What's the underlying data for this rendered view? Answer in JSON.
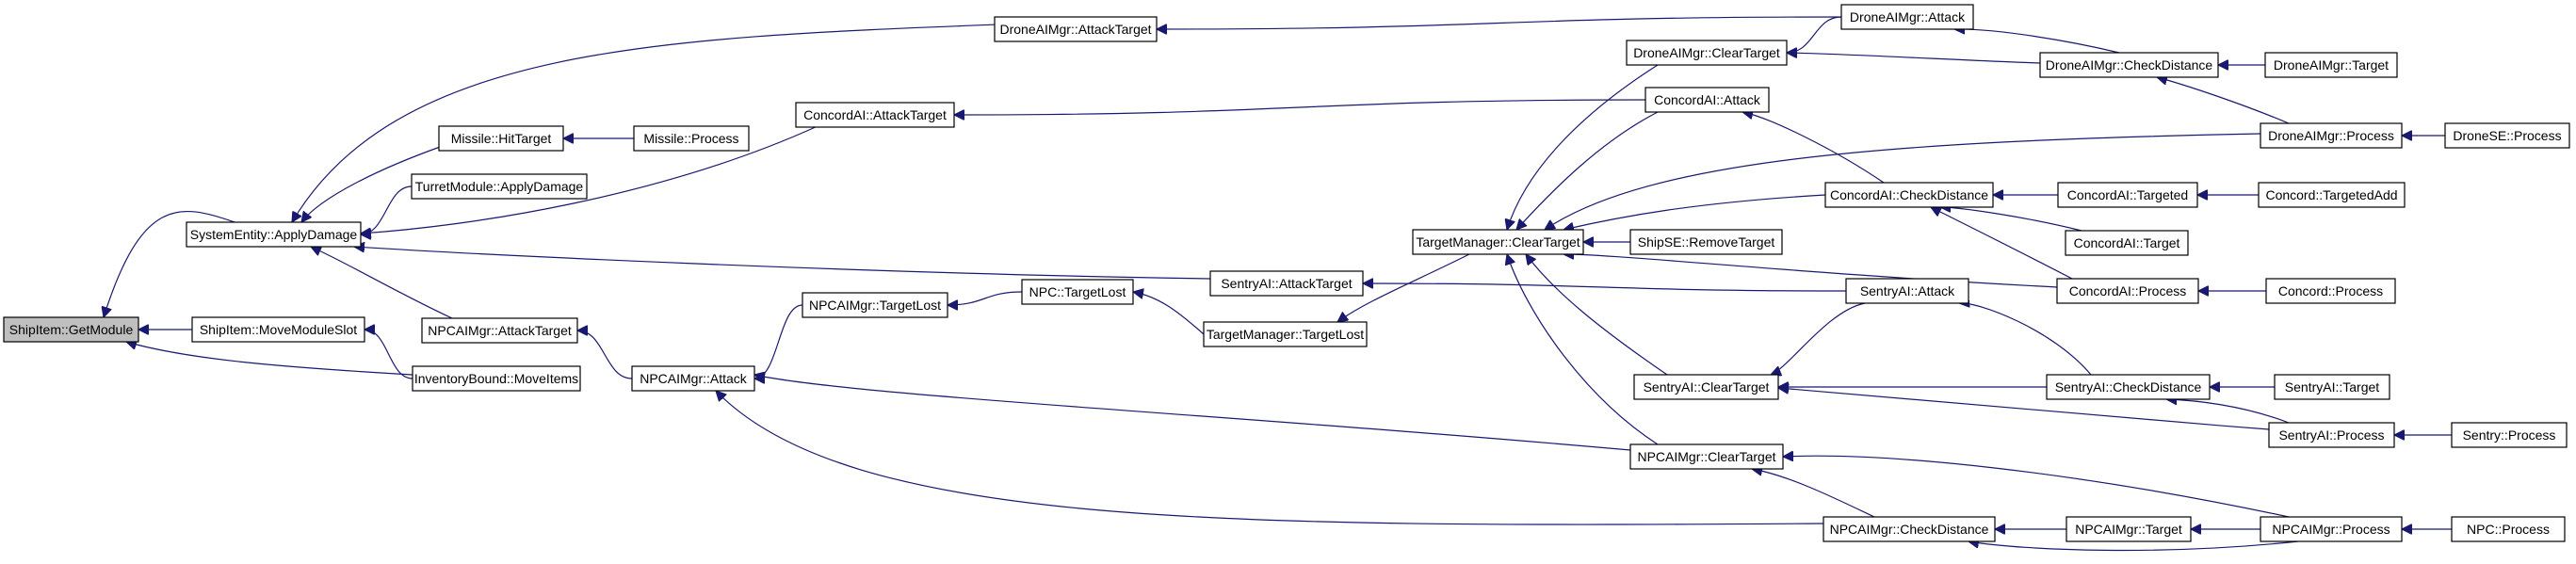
{
  "diagram": {
    "type": "call-graph",
    "colors": {
      "edge": "#191970",
      "node_border": "#000000",
      "node_fill": "#ffffff",
      "root_fill": "#bfbfbf"
    },
    "nodes": [
      {
        "id": "getmodule",
        "label": "ShipItem::GetModule",
        "root": true
      },
      {
        "id": "applydamage",
        "label": "SystemEntity::ApplyDamage"
      },
      {
        "id": "movemoduleslot",
        "label": "ShipItem::MoveModuleSlot"
      },
      {
        "id": "inventorymoveitems",
        "label": "InventoryBound::MoveItems"
      },
      {
        "id": "dronemgrattacktarget",
        "label": "DroneAIMgr::AttackTarget"
      },
      {
        "id": "missilehittarget",
        "label": "Missile::HitTarget"
      },
      {
        "id": "turretapplydamage",
        "label": "TurretModule::ApplyDamage"
      },
      {
        "id": "concordattacktarget",
        "label": "ConcordAI::AttackTarget"
      },
      {
        "id": "sentryattacktarget",
        "label": "SentryAI::AttackTarget"
      },
      {
        "id": "npcmgrattacktarget",
        "label": "NPCAIMgr::AttackTarget"
      },
      {
        "id": "missileprocess",
        "label": "Missile::Process"
      },
      {
        "id": "npcmgrattack",
        "label": "NPCAIMgr::Attack"
      },
      {
        "id": "npcmgrtargetlost",
        "label": "NPCAIMgr::TargetLost"
      },
      {
        "id": "npctargetlost",
        "label": "NPC::TargetLost"
      },
      {
        "id": "tmtargetlost",
        "label": "TargetManager::TargetLost"
      },
      {
        "id": "tmcleartarget",
        "label": "TargetManager::ClearTarget"
      },
      {
        "id": "shipseremovetarget",
        "label": "ShipSE::RemoveTarget"
      },
      {
        "id": "dronemgrcleartarget",
        "label": "DroneAIMgr::ClearTarget"
      },
      {
        "id": "concordattack",
        "label": "ConcordAI::Attack"
      },
      {
        "id": "sentrycleartarget",
        "label": "SentryAI::ClearTarget"
      },
      {
        "id": "npcmgrcleartarget",
        "label": "NPCAIMgr::ClearTarget"
      },
      {
        "id": "dronemgrattack",
        "label": "DroneAIMgr::Attack"
      },
      {
        "id": "dronemgrcheckdistance",
        "label": "DroneAIMgr::CheckDistance"
      },
      {
        "id": "concordcheckdistance",
        "label": "ConcordAI::CheckDistance"
      },
      {
        "id": "sentryattack",
        "label": "SentryAI::Attack"
      },
      {
        "id": "sentrycheckdistance",
        "label": "SentryAI::CheckDistance"
      },
      {
        "id": "npcmgrcheckdistance",
        "label": "NPCAIMgr::CheckDistance"
      },
      {
        "id": "dronemgrtarget",
        "label": "DroneAIMgr::Target"
      },
      {
        "id": "dronemgrprocess",
        "label": "DroneAIMgr::Process"
      },
      {
        "id": "concordtargeted",
        "label": "ConcordAI::Targeted"
      },
      {
        "id": "concordtarget",
        "label": "ConcordAI::Target"
      },
      {
        "id": "concordprocess",
        "label": "ConcordAI::Process"
      },
      {
        "id": "sentrytarget",
        "label": "SentryAI::Target"
      },
      {
        "id": "sentryprocess",
        "label": "SentryAI::Process"
      },
      {
        "id": "npcmgrtarget",
        "label": "NPCAIMgr::Target"
      },
      {
        "id": "npcmgrprocess",
        "label": "NPCAIMgr::Process"
      },
      {
        "id": "dronesprocess",
        "label": "DroneSE::Process"
      },
      {
        "id": "concordtargetedadd",
        "label": "Concord::TargetedAdd"
      },
      {
        "id": "concordprocess2",
        "label": "Concord::Process"
      },
      {
        "id": "sentryprocess2",
        "label": "Sentry::Process"
      },
      {
        "id": "npcprocess",
        "label": "NPC::Process"
      }
    ],
    "edges": [
      {
        "from": "applydamage",
        "to": "getmodule"
      },
      {
        "from": "movemoduleslot",
        "to": "getmodule"
      },
      {
        "from": "inventorymoveitems",
        "to": "getmodule"
      },
      {
        "from": "inventorymoveitems",
        "to": "movemoduleslot"
      },
      {
        "from": "dronemgrattacktarget",
        "to": "applydamage"
      },
      {
        "from": "missilehittarget",
        "to": "applydamage"
      },
      {
        "from": "turretapplydamage",
        "to": "applydamage"
      },
      {
        "from": "concordattacktarget",
        "to": "applydamage"
      },
      {
        "from": "sentryattacktarget",
        "to": "applydamage"
      },
      {
        "from": "npcmgrattacktarget",
        "to": "applydamage"
      },
      {
        "from": "missileprocess",
        "to": "missilehittarget"
      },
      {
        "from": "npcmgrattack",
        "to": "npcmgrattacktarget"
      },
      {
        "from": "npcmgrtargetlost",
        "to": "npcmgrattack"
      },
      {
        "from": "npctargetlost",
        "to": "npcmgrtargetlost"
      },
      {
        "from": "tmtargetlost",
        "to": "npctargetlost"
      },
      {
        "from": "tmcleartarget",
        "to": "tmtargetlost"
      },
      {
        "from": "dronemgrattack",
        "to": "dronemgrattacktarget"
      },
      {
        "from": "concordattack",
        "to": "concordattacktarget"
      },
      {
        "from": "sentryattack",
        "to": "sentryattacktarget"
      },
      {
        "from": "npcmgrcleartarget",
        "to": "npcmgrattack"
      },
      {
        "from": "npcmgrcheckdistance",
        "to": "npcmgrattack"
      },
      {
        "from": "dronemgrcleartarget",
        "to": "tmcleartarget"
      },
      {
        "from": "concordattack",
        "to": "tmcleartarget"
      },
      {
        "from": "dronemgrprocess",
        "to": "tmcleartarget"
      },
      {
        "from": "concordcheckdistance",
        "to": "tmcleartarget"
      },
      {
        "from": "shipseremovetarget",
        "to": "tmcleartarget"
      },
      {
        "from": "concordprocess",
        "to": "tmcleartarget"
      },
      {
        "from": "sentrycleartarget",
        "to": "tmcleartarget"
      },
      {
        "from": "npcmgrcleartarget",
        "to": "tmcleartarget"
      },
      {
        "from": "dronemgrattack",
        "to": "dronemgrcleartarget"
      },
      {
        "from": "dronemgrcheckdistance",
        "to": "dronemgrcleartarget"
      },
      {
        "from": "dronemgrcheckdistance",
        "to": "dronemgrattack"
      },
      {
        "from": "concordcheckdistance",
        "to": "concordattack"
      },
      {
        "from": "sentryattack",
        "to": "sentrycleartarget"
      },
      {
        "from": "sentrycheckdistance",
        "to": "sentrycleartarget"
      },
      {
        "from": "sentryprocess",
        "to": "sentrycleartarget"
      },
      {
        "from": "sentrycheckdistance",
        "to": "sentryattack"
      },
      {
        "from": "npcmgrcheckdistance",
        "to": "npcmgrcleartarget"
      },
      {
        "from": "npcmgrprocess",
        "to": "npcmgrcleartarget"
      },
      {
        "from": "dronemgrtarget",
        "to": "dronemgrcheckdistance"
      },
      {
        "from": "dronemgrprocess",
        "to": "dronemgrcheckdistance"
      },
      {
        "from": "concordtargeted",
        "to": "concordcheckdistance"
      },
      {
        "from": "concordtarget",
        "to": "concordcheckdistance"
      },
      {
        "from": "concordprocess",
        "to": "concordcheckdistance"
      },
      {
        "from": "sentrytarget",
        "to": "sentrycheckdistance"
      },
      {
        "from": "sentryprocess",
        "to": "sentrycheckdistance"
      },
      {
        "from": "npcmgrtarget",
        "to": "npcmgrcheckdistance"
      },
      {
        "from": "npcmgrprocess",
        "to": "npcmgrcheckdistance"
      },
      {
        "from": "npcmgrprocess",
        "to": "npcmgrtarget"
      },
      {
        "from": "dronesprocess",
        "to": "dronemgrprocess"
      },
      {
        "from": "concordtargetedadd",
        "to": "concordtargeted"
      },
      {
        "from": "concordprocess2",
        "to": "concordprocess"
      },
      {
        "from": "sentryprocess2",
        "to": "sentryprocess"
      },
      {
        "from": "npcprocess",
        "to": "npcmgrprocess"
      }
    ]
  }
}
